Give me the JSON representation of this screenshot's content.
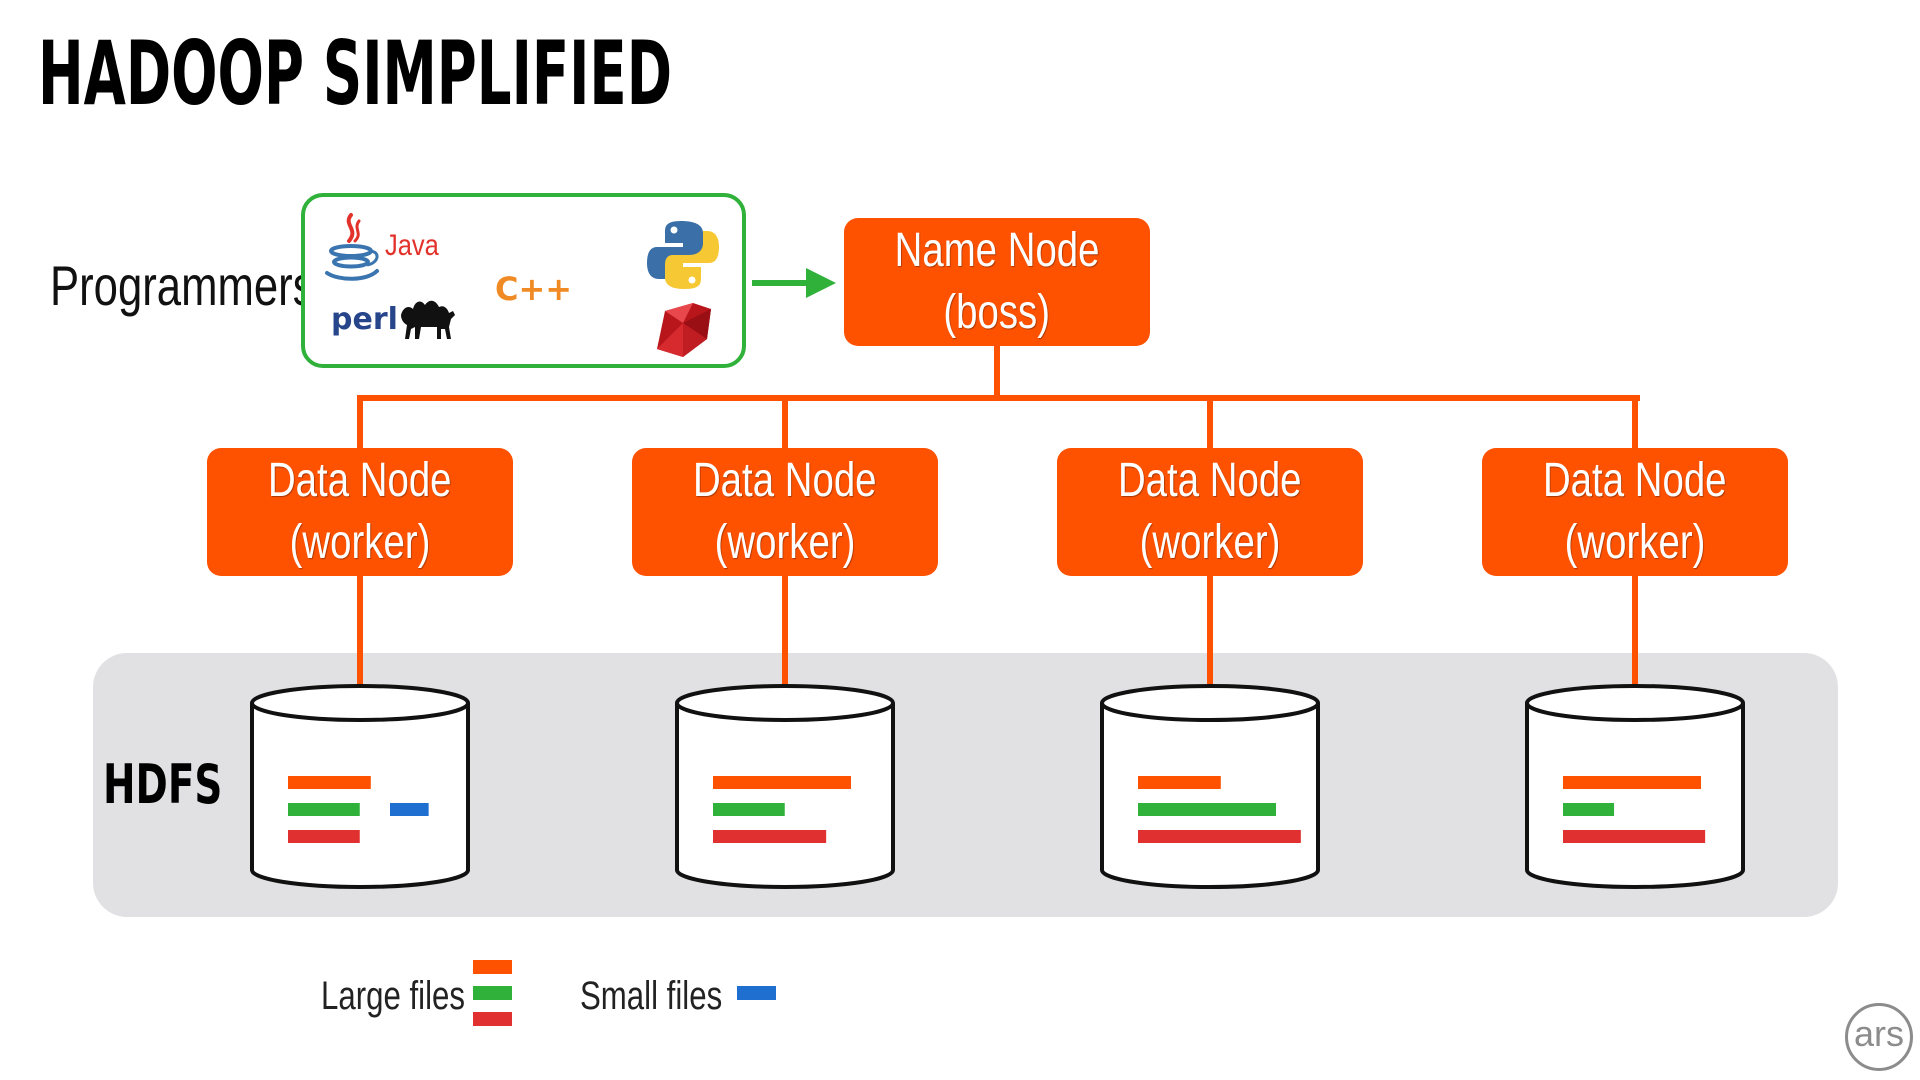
{
  "title": "HADOOP SIMPLIFIED",
  "programmers": {
    "label": "Programmers",
    "languages": [
      "Java",
      "perl",
      "C++"
    ],
    "icons": [
      "java-icon",
      "perl-camel-icon",
      "python-icon",
      "ruby-icon"
    ]
  },
  "name_node": {
    "line1": "Name Node",
    "line2": "(boss)"
  },
  "data_nodes": [
    {
      "line1": "Data Node",
      "line2": "(worker)"
    },
    {
      "line1": "Data Node",
      "line2": "(worker)"
    },
    {
      "line1": "Data Node",
      "line2": "(worker)"
    },
    {
      "line1": "Data Node",
      "line2": "(worker)"
    }
  ],
  "hdfs": {
    "label": "HDFS",
    "disks": [
      {
        "bars": [
          {
            "color": "#ff5200",
            "length": 0.6
          },
          {
            "color": "#2fb13a",
            "length": 0.52
          },
          {
            "color": "#e03030",
            "length": 0.52
          }
        ],
        "small": [
          {
            "color": "#1f6fd0",
            "length": 0.28
          }
        ]
      },
      {
        "bars": [
          {
            "color": "#ff5200",
            "length": 1.0
          },
          {
            "color": "#2fb13a",
            "length": 0.52
          },
          {
            "color": "#e03030",
            "length": 0.82
          }
        ],
        "small": []
      },
      {
        "bars": [
          {
            "color": "#ff5200",
            "length": 0.6
          },
          {
            "color": "#2fb13a",
            "length": 1.0
          },
          {
            "color": "#e03030",
            "length": 1.18
          }
        ],
        "small": []
      },
      {
        "bars": [
          {
            "color": "#ff5200",
            "length": 1.0
          },
          {
            "color": "#2fb13a",
            "length": 0.37
          },
          {
            "color": "#e03030",
            "length": 1.03
          }
        ],
        "small": []
      }
    ]
  },
  "legend": {
    "large_label": "Large files",
    "small_label": "Small files",
    "large_colors": [
      "#ff5200",
      "#2fb13a",
      "#e03030"
    ],
    "small_color": "#1f6fd0"
  },
  "logo": {
    "text": "ars"
  },
  "colors": {
    "node_fill": "#ff5200",
    "connector": "#ff5200",
    "language_box_border": "#2fb13a",
    "arrow": "#2fb13a",
    "hdfs_background": "#e1e1e3"
  }
}
